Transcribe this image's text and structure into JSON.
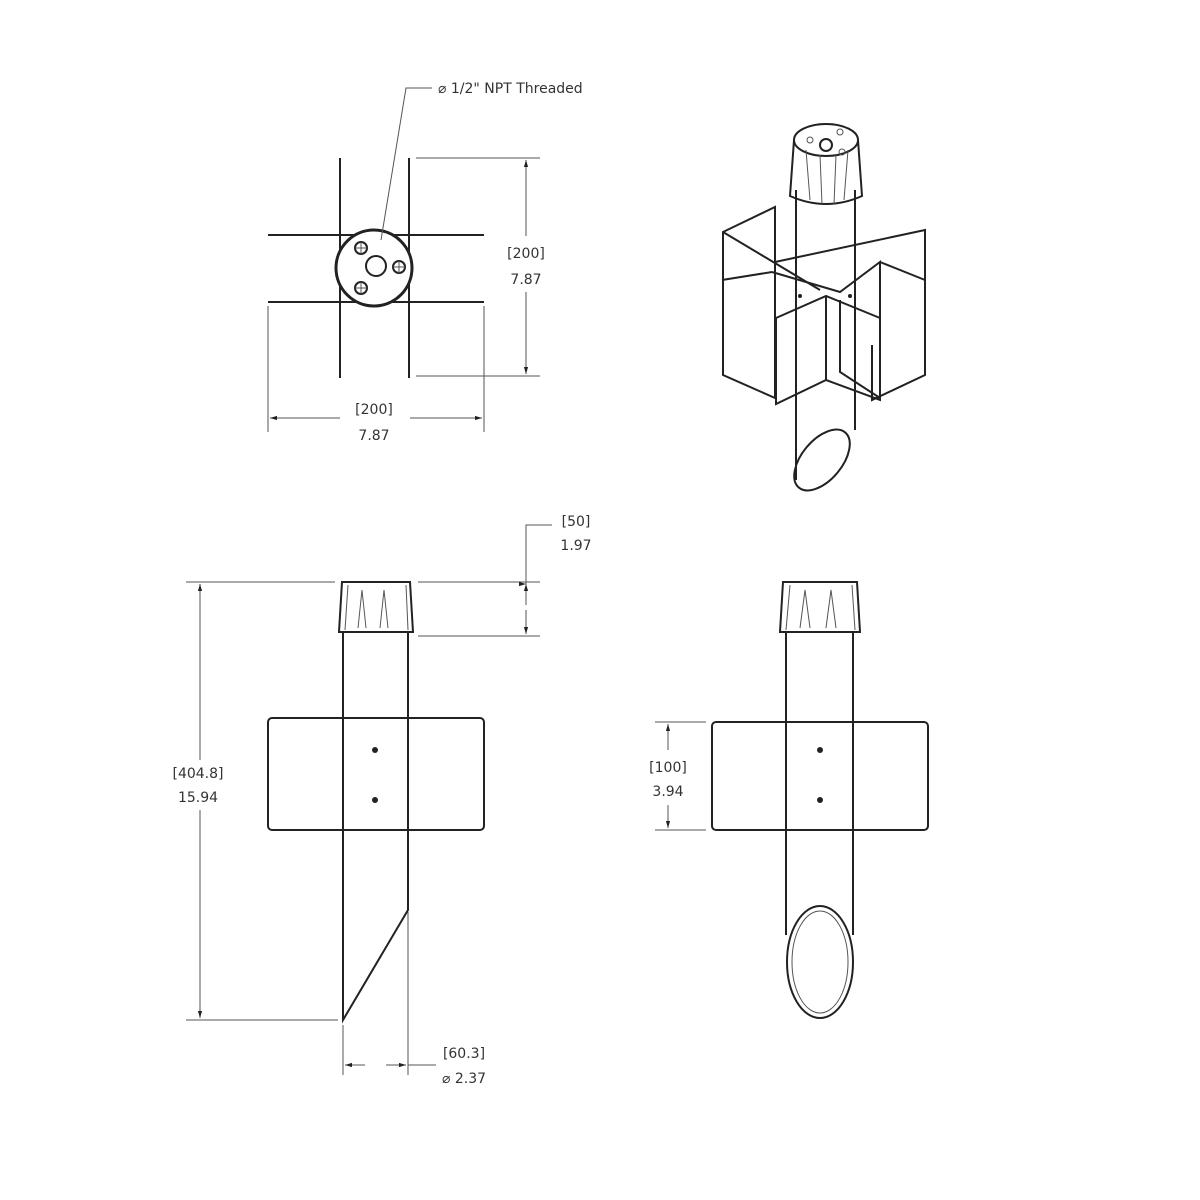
{
  "top_view": {
    "callout": "⌀ 1/2\" NPT Threaded",
    "height_mm": "[200]",
    "height_in": "7.87",
    "width_mm": "[200]",
    "width_in": "7.87"
  },
  "front_view": {
    "overall_mm": "[404.8]",
    "overall_in": "15.94",
    "cap_mm": "[50]",
    "cap_in": "1.97",
    "tube_mm": "[60.3]",
    "tube_in": "⌀ 2.37"
  },
  "side_view": {
    "fin_mm": "[100]",
    "fin_in": "3.94"
  },
  "colors": {
    "line": "#222222",
    "background": "#ffffff"
  }
}
